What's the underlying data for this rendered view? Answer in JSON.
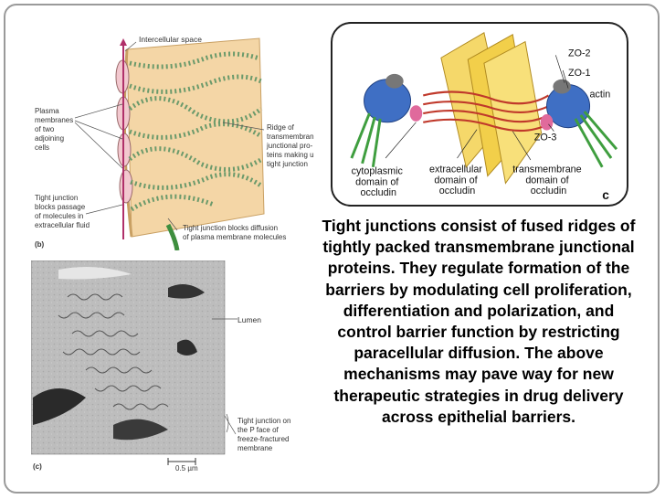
{
  "slide": {
    "body_text": "Tight junctions consist of fused ridges of tightly packed transmembrane junctional proteins. They regulate formation of the barriers by modulating cell proliferation, differentiation and polarization, and control barrier function by restricting paracellular diffusion. The above mechanisms may pave way for new therapeutic strategies in drug delivery across epithelial barriers."
  },
  "figure_b": {
    "panel_letter": "(b)",
    "label_intercellular_space": "Intercellular space",
    "label_plasma_membranes": [
      "Plasma",
      "membranes",
      "of two",
      "adjoining",
      "cells"
    ],
    "label_ridge": [
      "Ridge of",
      "transmembrane",
      "junctional pro-",
      "teins making up a",
      "tight junction"
    ],
    "label_tj_blocks_passage": [
      "Tight junction",
      "blocks passage",
      "of molecules in",
      "extracellular fluid"
    ],
    "label_tj_blocks_diffusion": [
      "Tight junction blocks diffusion",
      "of plasma membrane molecules"
    ]
  },
  "figure_c": {
    "panel_letter": "c",
    "label_zo2": "ZO-2",
    "label_zo1": "ZO-1",
    "label_actin": "actin",
    "label_zo3": "ZO-3",
    "label_cytoplasmic": [
      "cytoplasmic",
      "domain of",
      "occludin"
    ],
    "label_extracellular": [
      "extracellular",
      "domain of",
      "occludin"
    ],
    "label_transmembrane": [
      "transmembrane",
      "domain of",
      "occludin"
    ]
  },
  "figure_em": {
    "panel_letter": "(c)",
    "label_lumen": "Lumen",
    "label_tight_junction": [
      "Tight junction on",
      "the P face of",
      "freeze-fractured",
      "membrane"
    ],
    "scale_bar": "0.5 µm"
  }
}
